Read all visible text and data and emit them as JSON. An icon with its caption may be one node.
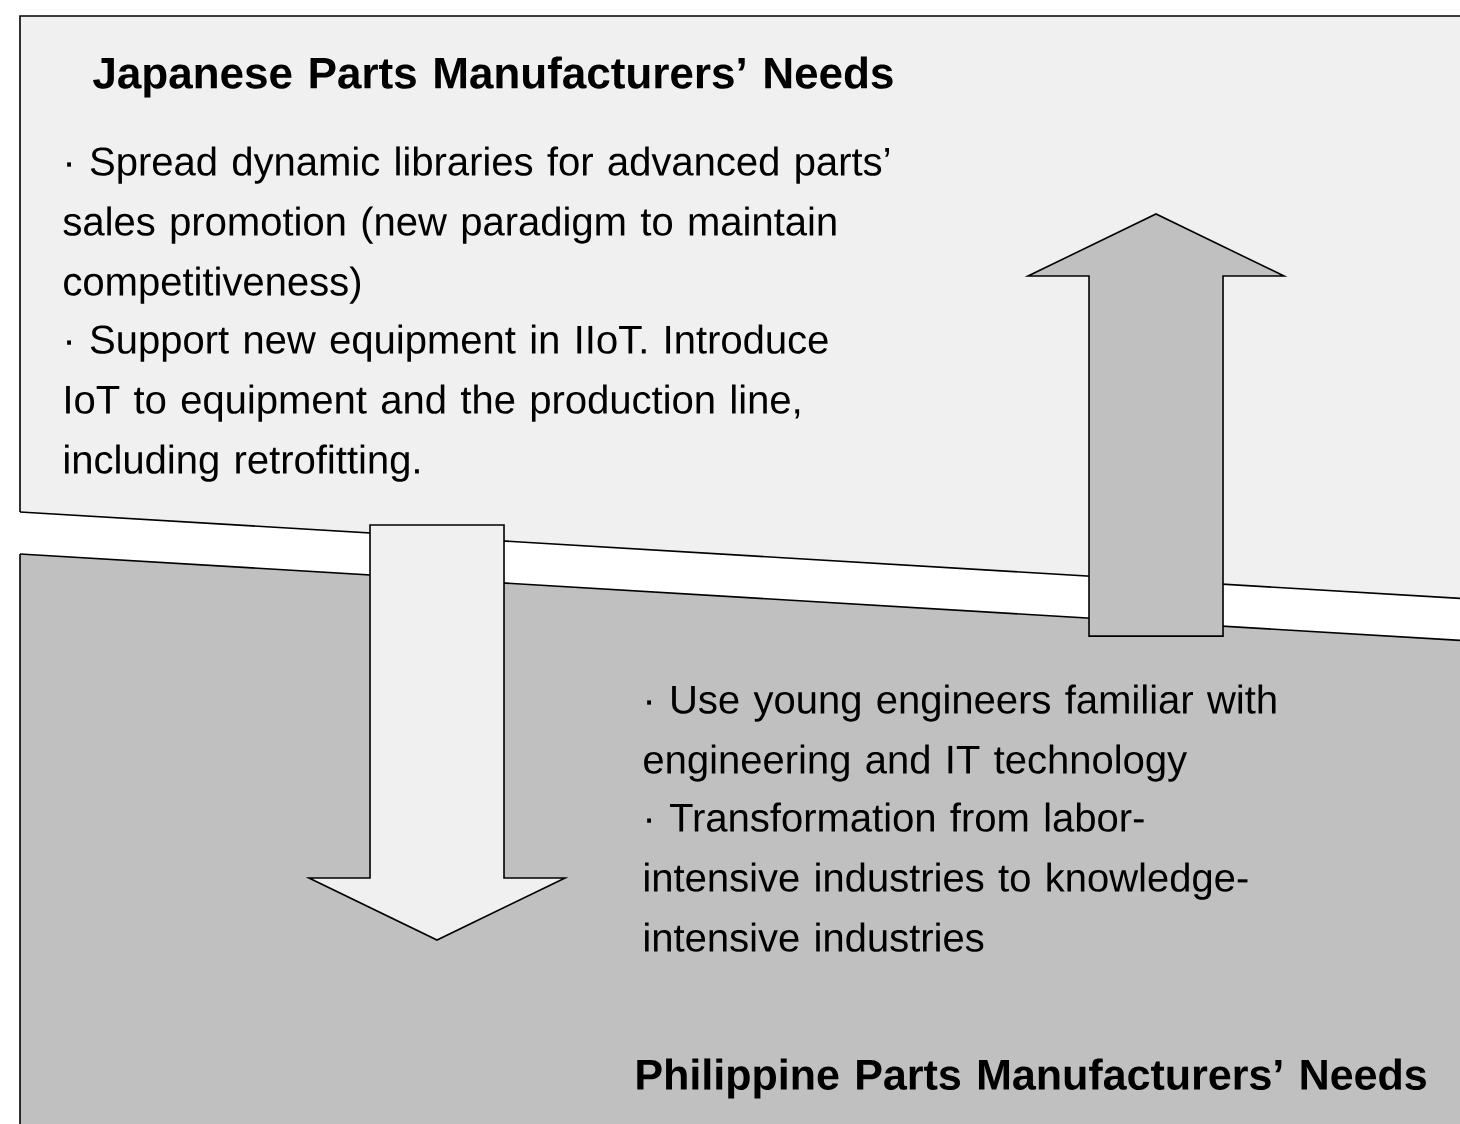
{
  "diagram": {
    "nodes": [
      {
        "text": [
          "Japanese Parts Manufacturers’ Needs",
          "· Spread dynamic libraries for advanced parts’ sales promotion (new paradigm to maintain competitiveness)",
          "· Support new equipment in IIoT. Introduce IoT to equipment and the production line, including retrofitting."
        ]
      },
      {
        "text": [
          "· Use young engineers familiar with engineering and IT technology",
          "· Transformation from labor-intensive industries to knowledge-intensive industries",
          "Philippine Parts Manufacturers’ Needs"
        ]
      }
    ],
    "edges": [
      {
        "from": 0,
        "to": 1,
        "arrow": "to"
      },
      {
        "from": 1,
        "to": 0,
        "arrow": "to"
      }
    ]
  }
}
